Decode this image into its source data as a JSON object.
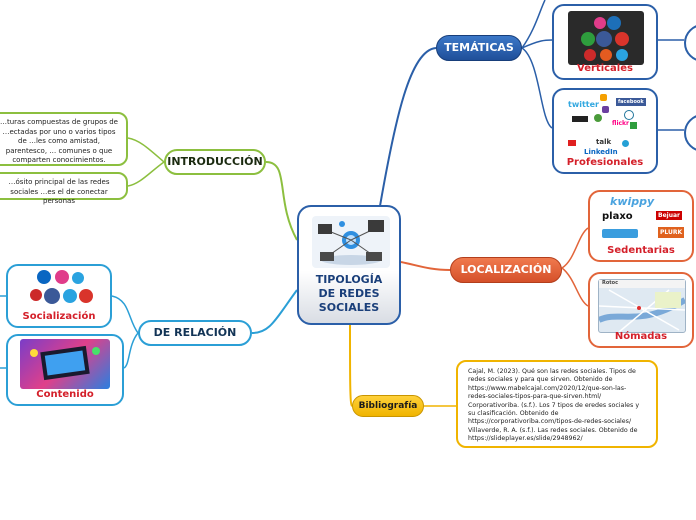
{
  "center": {
    "title": "TIPOLOGÍA\nDE REDES\nSOCIALES"
  },
  "branches": {
    "tematicas": "TEMÁTICAS",
    "localizacion": "LOCALIZACIÓN",
    "introduccion": "INTRODUCCIÓN",
    "de_relacion": "DE RELACIÓN",
    "bibliografia": "Bibliografía"
  },
  "cards": {
    "verticales": "Verticales",
    "profesionales": "Profesionales",
    "sedentarias": "Sedentarias",
    "nomadas": "Nómadas",
    "socializacion": "Socialización",
    "contenido": "Contenido"
  },
  "notes": {
    "intro_1": "…turas compuestas de grupos de …ectadas por uno o varios tipos de …les como amistad, parentesco, … comunes o que comparten conocimientos.",
    "intro_2": "…ósito principal de las redes sociales …es el de conectar personas",
    "bibliografia": "Cajal, M. (2023). Qué son las redes sociales. Tipos de redes sociales y para que sirven. Obtenido de https://www.mabelcajal.com/2020/12/que-son-las-redes-sociales-tipos-para-que-sirven.html/\nCorporativoriba. (s.f.). Los 7 tipos de eredes sociales y su clasificación. Obtenido de https://corporativoriba.com/tipos-de-redes-sociales/\nVillaverde, R. A. (s.f.). Las redes sociales. Obtenido de https://slideplayer.es/slide/2948962/"
  },
  "logos": {
    "twitter": "twitter",
    "facebook": "facebook",
    "flickr": "flickr",
    "linkedin": "LinkedIn",
    "talk": "talk",
    "kwippy": "kwippy",
    "plaxo": "plaxo",
    "bebo": "Bejuar",
    "plurk": "PLURK",
    "gyro": "Rotoc"
  },
  "colors": {
    "primary_blue": "#2b5fa8",
    "orange": "#e2653a",
    "green": "#8cbf3f",
    "cyan": "#2b9fd6",
    "yellow": "#f0b400",
    "label_red": "#d4202a"
  }
}
